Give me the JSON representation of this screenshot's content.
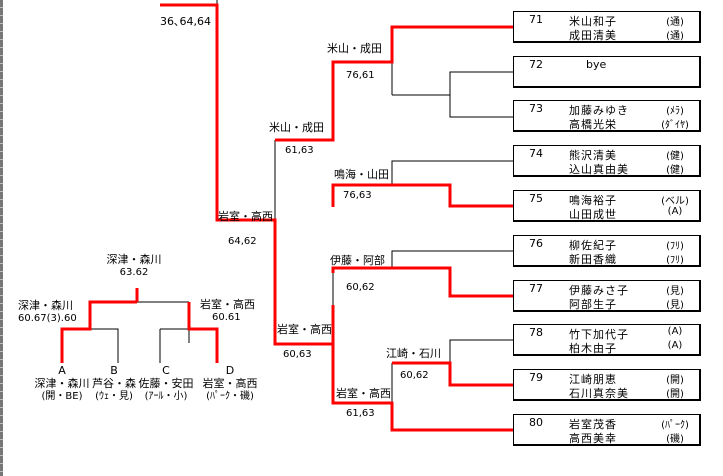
{
  "top_score": "36､64,64",
  "entries": [
    {
      "num": "71",
      "player1": "米山和子",
      "club1": "(通)",
      "player2": "成田清美",
      "club2": "(通)"
    },
    {
      "num": "72",
      "bye": "bye"
    },
    {
      "num": "73",
      "player1": "加藤みゆき",
      "club1": "(ﾒﾗ)",
      "player2": "高橋光栄",
      "club2": "(ﾀﾞｲﾔ)"
    },
    {
      "num": "74",
      "player1": "熊沢清美",
      "club1": "(健)",
      "player2": "込山真由美",
      "club2": "(健)"
    },
    {
      "num": "75",
      "player1": "鳴海裕子",
      "club1": "(ベル)",
      "player2": "山田成世",
      "club2": "(A)"
    },
    {
      "num": "76",
      "player1": "柳佐紀子",
      "club1": "(ﾌﾘ)",
      "player2": "新田香織",
      "club2": "(ﾌﾘ)"
    },
    {
      "num": "77",
      "player1": "伊藤みさ子",
      "club1": "(見)",
      "player2": "阿部生子",
      "club2": "(見)"
    },
    {
      "num": "78",
      "player1": "竹下加代子",
      "club1": "(A)",
      "player2": "柏木由子",
      "club2": "(A)"
    },
    {
      "num": "79",
      "player1": "江崎朋恵",
      "club1": "(開)",
      "player2": "石川真奈美",
      "club2": "(開)"
    },
    {
      "num": "80",
      "player1": "岩室茂香",
      "club1": "(ﾊﾟｰｸ)",
      "player2": "高西美幸",
      "club2": "(磯)"
    }
  ],
  "results": {
    "r2_71_73": {
      "winner": "米山・成田",
      "score": "76,61"
    },
    "r2_74_75": {
      "winner": "鳴海・山田",
      "score": "76,63"
    },
    "r2_76_77": {
      "winner": "伊藤・阿部",
      "score": "60,62"
    },
    "r2_78_79": {
      "winner": "江崎・石川",
      "score": "60,62"
    },
    "r3_top": {
      "winner": "米山・成田",
      "score": "61,63"
    },
    "r3_bottom": {
      "winner": "岩室・高西",
      "score": "61,63"
    },
    "r4_top": {
      "winner": "岩室・高西",
      "score": "64,62"
    },
    "r4_bottom": {
      "winner": "岩室・高西",
      "score": "60,63"
    }
  },
  "playoff": {
    "final": {
      "winner": "深津・森川",
      "score": "63.62"
    },
    "semi_left": {
      "winner": "深津・森川",
      "score": "60.67(3).60"
    },
    "semi_right": {
      "winner": "岩室・高西",
      "score": "60.61"
    },
    "teams": [
      {
        "letter": "A",
        "names": "深津・森川",
        "clubs": "(開・BE)"
      },
      {
        "letter": "B",
        "names": "芦谷・森",
        "clubs": "(ｳｪ・見)"
      },
      {
        "letter": "C",
        "names": "佐藤・安田",
        "clubs": "(ｱｰﾙ・小)"
      },
      {
        "letter": "D",
        "names": "岩室・高西",
        "clubs": "(ﾊﾟｰｸ・磯)"
      }
    ]
  },
  "colors": {
    "winner_line": "#ff0000",
    "line": "#000000"
  }
}
